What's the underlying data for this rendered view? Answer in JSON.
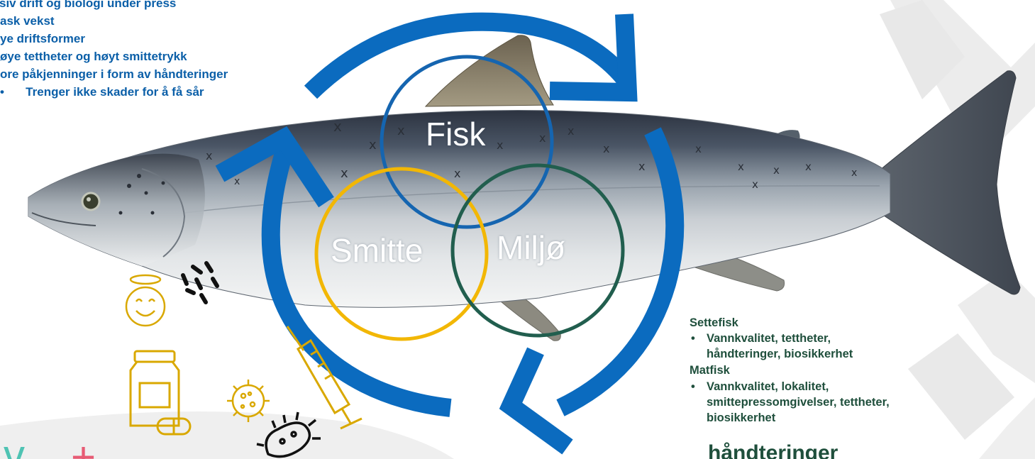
{
  "top_left_list": {
    "lines": [
      "siv drift og biologi under press",
      "ask vekst",
      "ye driftsformer",
      "øye tettheter og høyt smittetrykk",
      "ore påkjenninger i form av håndteringer"
    ],
    "sub_bullet": "•",
    "sub_item": "Trenger ikke skader for å få sår"
  },
  "venn": {
    "fisk_label": "Fisk",
    "smitte_label": "Smitte",
    "miljo_label": "Miljø",
    "fisk_color": "#1565b0",
    "smitte_color": "#f2b705",
    "miljo_color": "#215e4e"
  },
  "cycle_arrow_color": "#0b6bbf",
  "right_list": {
    "settefisk_heading": "Settefisk",
    "settefisk_bullet": "•",
    "settefisk_line1": "Vannkvalitet, tettheter,",
    "settefisk_line2": "håndteringer, biosikkerhet",
    "matfisk_heading": "Matfisk",
    "matfisk_bullet": "•",
    "matfisk_line1": "Vannkvalitet, lokalitet,",
    "matfisk_line2": "smittepressomgivelser, tettheter,",
    "matfisk_line3": "biosikkerhet",
    "cut_off_line": "håndteringer"
  },
  "icons": {
    "smiley": "smiley-icon",
    "bacteria_group": "bacteria-cluster-icon",
    "medicine_jar": "medicine-jar-icon",
    "pill": "pill-icon",
    "virus": "virus-icon",
    "syringe": "syringe-icon",
    "bacterium": "bacterium-icon",
    "icon_color": "#d9a800"
  },
  "bottom_left_partial": "v+"
}
